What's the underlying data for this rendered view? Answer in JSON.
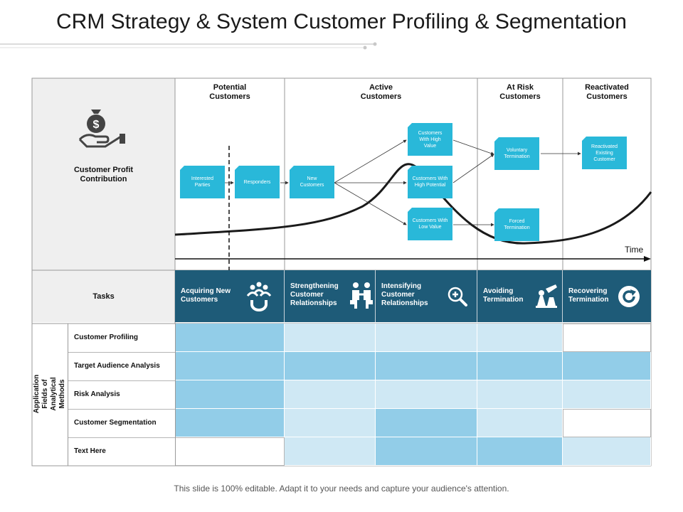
{
  "title": "CRM Strategy & System Customer Profiling & Segmentation",
  "profit": {
    "label": "Customer Profit\nContribution"
  },
  "stages": [
    {
      "label": "Potential\nCustomers"
    },
    {
      "label": "Active\nCustomers"
    },
    {
      "label": "At Risk\nCustomers"
    },
    {
      "label": "Reactivated\nCustomers"
    }
  ],
  "nodes": {
    "interested": "Interested\nParties",
    "responders": "Responders",
    "new_customers": "New\nCustomers",
    "high_value": "Customers\nWith High\nValue",
    "high_potential": "Customers With\nHigh Potential",
    "low_value": "Customers With\nLow Value",
    "voluntary": "Voluntary\nTermination",
    "forced": "Forced\nTermination",
    "reactivated": "Reactivated\nExisting\nCustomer"
  },
  "axis": {
    "time_label": "Time"
  },
  "tasks": {
    "label": "Tasks",
    "items": [
      {
        "label": "Acquiring New\nCustomers",
        "icon": "magnet-people-icon"
      },
      {
        "label": "Strengthening\nCustomer\nRelationships",
        "icon": "handshake-people-icon"
      },
      {
        "label": "Intensifying\nCustomer\nRelationships",
        "icon": "zoom-in-icon"
      },
      {
        "label": "Avoiding\nTermination",
        "icon": "chess-pieces-icon"
      },
      {
        "label": "Recovering\nTermination",
        "icon": "refresh-icon"
      }
    ]
  },
  "methods": {
    "side_label": "Application Fields of\nAnalytical Methods",
    "rows": [
      {
        "label": "Customer Profiling",
        "cells": [
          "dark",
          "light",
          "light",
          "light",
          "white"
        ]
      },
      {
        "label": "Target Audience Analysis",
        "cells": [
          "dark",
          "dark",
          "dark",
          "dark",
          "dark"
        ]
      },
      {
        "label": "Risk Analysis",
        "cells": [
          "dark",
          "light",
          "light",
          "light",
          "light"
        ]
      },
      {
        "label": "Customer Segmentation",
        "cells": [
          "dark",
          "light",
          "dark",
          "light",
          "white"
        ]
      },
      {
        "label": "Text Here",
        "cells": [
          "white",
          "light",
          "dark",
          "dark",
          "light"
        ]
      }
    ]
  },
  "colors": {
    "task_bg": "#1e5b78",
    "node_bg": "#29b8d9",
    "cell_dark": "#92cde8",
    "cell_light": "#cfe8f4",
    "cell_white": "#ffffff",
    "left_panel": "#efefef"
  },
  "footer": "This slide is 100% editable. Adapt it to your needs and capture your audience's attention."
}
